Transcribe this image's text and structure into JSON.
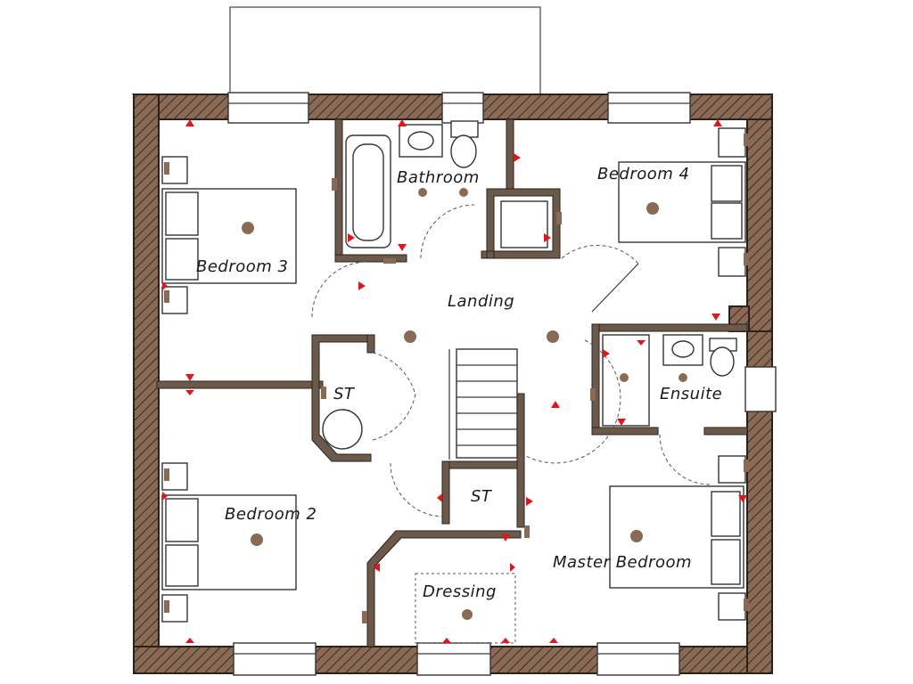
{
  "plan": {
    "rooms": {
      "bedroom3": "Bedroom 3",
      "bathroom": "Bathroom",
      "bedroom4": "Bedroom 4",
      "landing": "Landing",
      "st_upper": "ST",
      "st_lower": "ST",
      "ensuite": "Ensuite",
      "bedroom2": "Bedroom 2",
      "master_bedroom": "Master Bedroom",
      "dressing": "Dressing"
    },
    "colors": {
      "wall": "#8b6a55",
      "wall_outline": "#2b2119",
      "marker": "#e0161b",
      "fixture": "#8b6a55"
    }
  }
}
